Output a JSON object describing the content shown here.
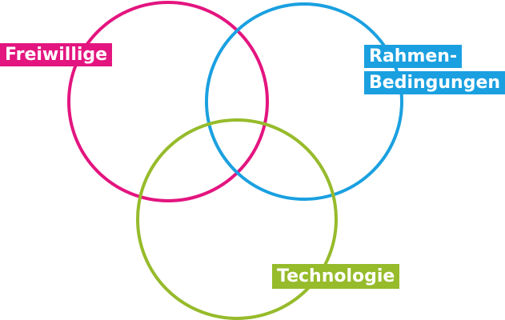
{
  "colors": {
    "freiwillige": "#e3157f",
    "rahmenbedingungen": "#1aa0e0",
    "technologie": "#96bb2b",
    "label_text": "#ffffff",
    "background": "#ffffff"
  },
  "sets": {
    "freiwillige": {
      "label": "Freiwillige"
    },
    "rahmenbedingungen": {
      "label_line1": "Rahmen-",
      "label_line2": "Bedingungen"
    },
    "technologie": {
      "label": "Technologie"
    }
  }
}
